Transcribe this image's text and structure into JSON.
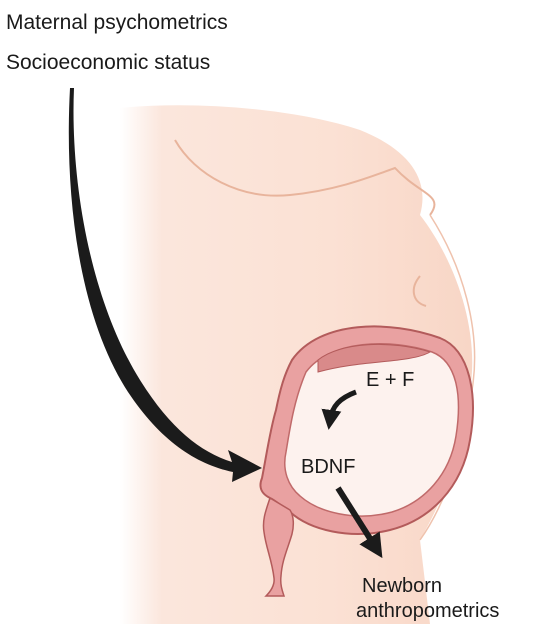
{
  "inputs": {
    "line1": "Maternal psychometrics",
    "line2": "Socioeconomic status"
  },
  "placenta_factors": "E + F",
  "mediator": "BDNF",
  "outcome": {
    "line1": "Newborn",
    "line2": "anthropometrics"
  },
  "colors": {
    "skin": "#fbe1d4",
    "skin_outline": "#e8b49c",
    "uterus_wall": "#e9a1a1",
    "uterus_outline": "#b35b5b",
    "cavity": "#fdf2ee",
    "arrow": "#1b1b1b"
  }
}
